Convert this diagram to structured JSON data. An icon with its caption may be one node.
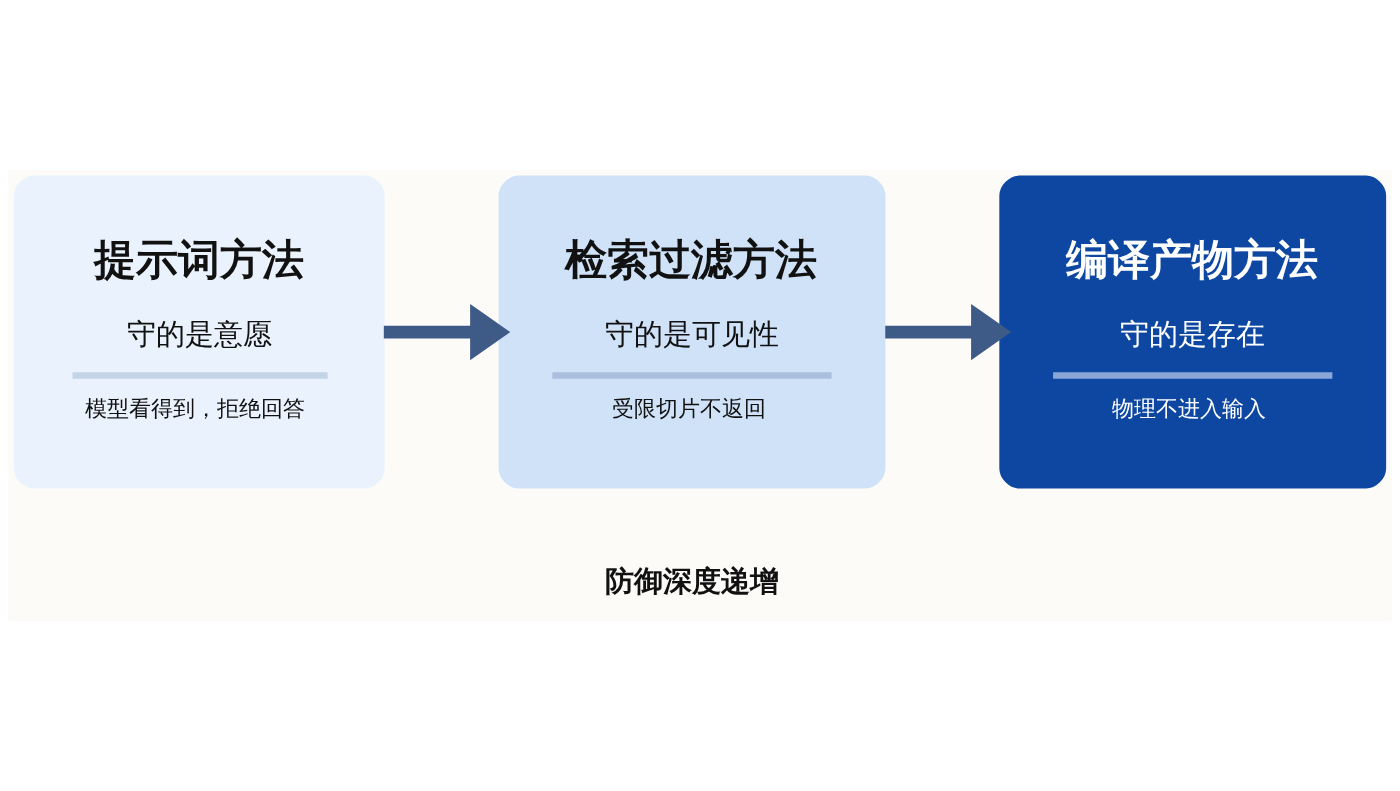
{
  "diagram": {
    "nodes": [
      {
        "text": [
          "提示词方法",
          "守的是意愿",
          "模型看得到，拒绝回答"
        ]
      },
      {
        "text": [
          "检索过滤方法",
          "守的是可见性",
          "受限切片不返回"
        ]
      },
      {
        "text": [
          "编译产物方法",
          "守的是存在",
          "物理不进入输入"
        ]
      }
    ],
    "edges": [
      {
        "from": 0,
        "to": 1,
        "arrow": "to"
      },
      {
        "from": 1,
        "to": 2,
        "arrow": "to"
      }
    ],
    "labels": [
      "防御深度递增"
    ]
  }
}
